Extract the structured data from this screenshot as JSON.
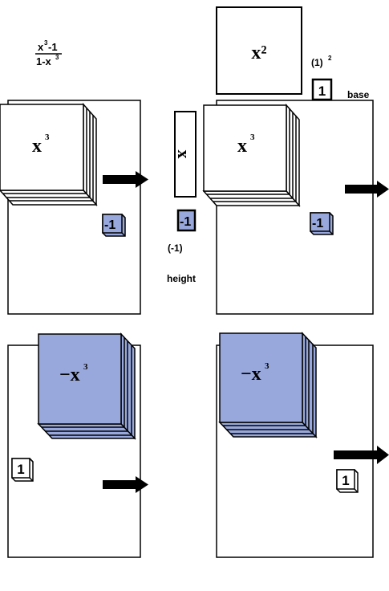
{
  "fraction": {
    "numerator_base": "x",
    "numerator_exp": "3",
    "numerator_rest": "-1",
    "denominator_pre": "1-x",
    "denominator_exp": "3"
  },
  "labels": {
    "x_cubed_base": "x",
    "x_cubed_exp": "3",
    "neg_x_cubed_base": "−x",
    "neg_x_cubed_exp": "3",
    "x_squared": "x²",
    "x_height": "x",
    "neg_one": "-1",
    "one": "1",
    "one_squared_base": "(1)",
    "one_squared_exp": "2",
    "base": "base",
    "paren_neg_one": "(-1)",
    "height": "height"
  },
  "colors": {
    "blue_fill": "#98a8dc",
    "white_fill": "#ffffff",
    "stroke": "#000000",
    "arrow": "#000000"
  },
  "icons": {
    "arrow": "right-arrow-icon"
  }
}
